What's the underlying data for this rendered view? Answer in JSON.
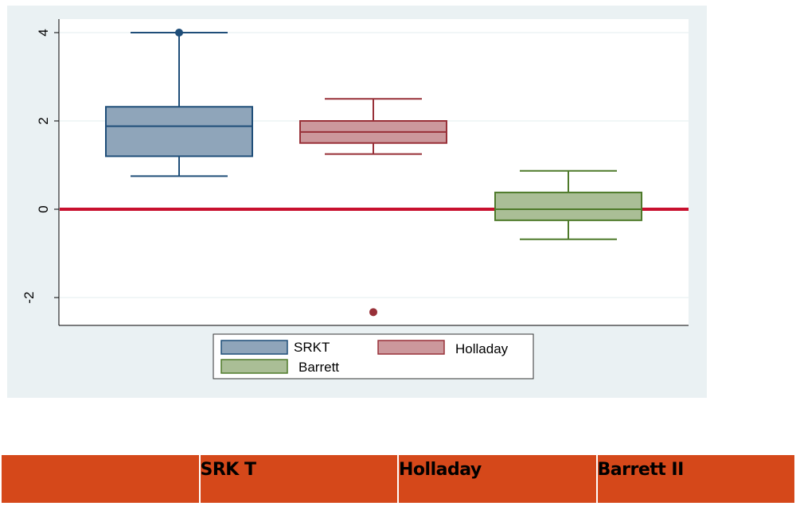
{
  "chart_data": {
    "type": "box",
    "ylim": [
      -2.6,
      4.3
    ],
    "yticks": [
      -2,
      0,
      2,
      4
    ],
    "ytick_labels": [
      "-2",
      "0",
      "2",
      "4"
    ],
    "grid": true,
    "reference_line": {
      "y": 0,
      "color": "#C8102E"
    },
    "legend_position": "bottom",
    "series": [
      {
        "name": "SRKT",
        "fill": "#8FA5BA",
        "stroke": "#1F4E79",
        "whisker_low": 0.75,
        "q1": 1.2,
        "median": 1.88,
        "q3": 2.32,
        "whisker_high": 4.0,
        "outliers": [
          4.0
        ]
      },
      {
        "name": "Holladay",
        "fill": "#CC989C",
        "stroke": "#983038",
        "whisker_low": 1.25,
        "q1": 1.5,
        "median": 1.75,
        "q3": 2.0,
        "whisker_high": 2.5,
        "outliers": [
          -2.33
        ]
      },
      {
        "name": "Barrett",
        "fill": "#AABE96",
        "stroke": "#4E7A2A",
        "whisker_low": -0.68,
        "q1": -0.25,
        "median": 0.0,
        "q3": 0.38,
        "whisker_high": 0.87,
        "outliers": []
      }
    ]
  },
  "table": {
    "cells": [
      "",
      "SRK T",
      "Holladay",
      "Barrett II"
    ],
    "color": "#D5481A"
  }
}
